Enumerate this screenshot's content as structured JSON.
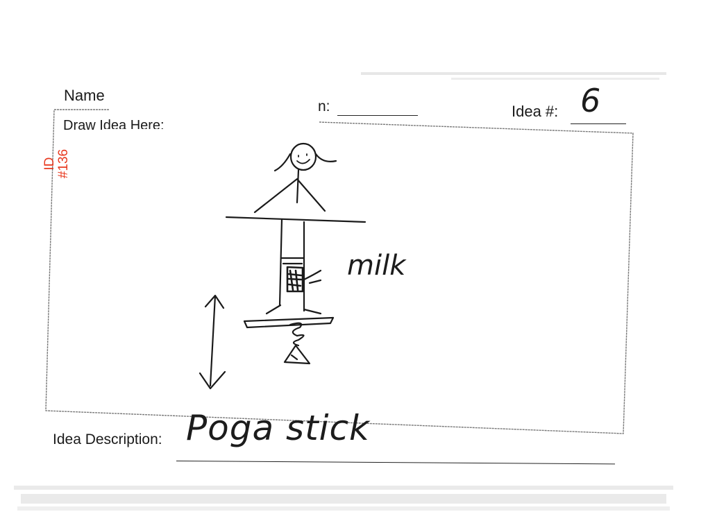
{
  "form": {
    "name_label": "Name",
    "session_label": "n:",
    "idea_number_label": "Idea #:",
    "idea_number_value": "6",
    "draw_label": "Draw Idea Here:",
    "description_label": "Idea Description:",
    "description_value": "Poga stick"
  },
  "stamp": {
    "id_label": "ID",
    "id_value": "#136",
    "color": "#e8391f"
  },
  "drawing": {
    "annotation": "milk"
  }
}
